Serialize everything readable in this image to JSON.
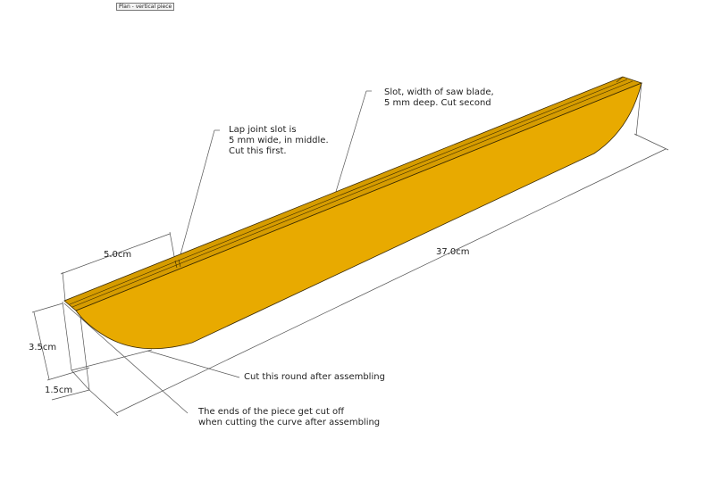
{
  "scene_tab": "Plan - vertical piece",
  "colors": {
    "wood": "#E8AA00",
    "wood_top": "#D69C00",
    "edge": "#3a2a00",
    "dim_line": "#555555"
  },
  "dimensions": {
    "length": "37.0cm",
    "width": "5.0cm",
    "height": "3.5cm",
    "thickness": "1.5cm"
  },
  "annotations": {
    "lap_joint": [
      "Lap joint slot is",
      "5 mm wide, in middle.",
      "Cut this first."
    ],
    "saw_slot": [
      "Slot, width of saw blade,",
      "5 mm deep.  Cut second"
    ],
    "cut_round": "Cut this round after assembling",
    "ends": [
      "The ends of the piece get cut off",
      "when cutting the curve after assembling"
    ]
  }
}
